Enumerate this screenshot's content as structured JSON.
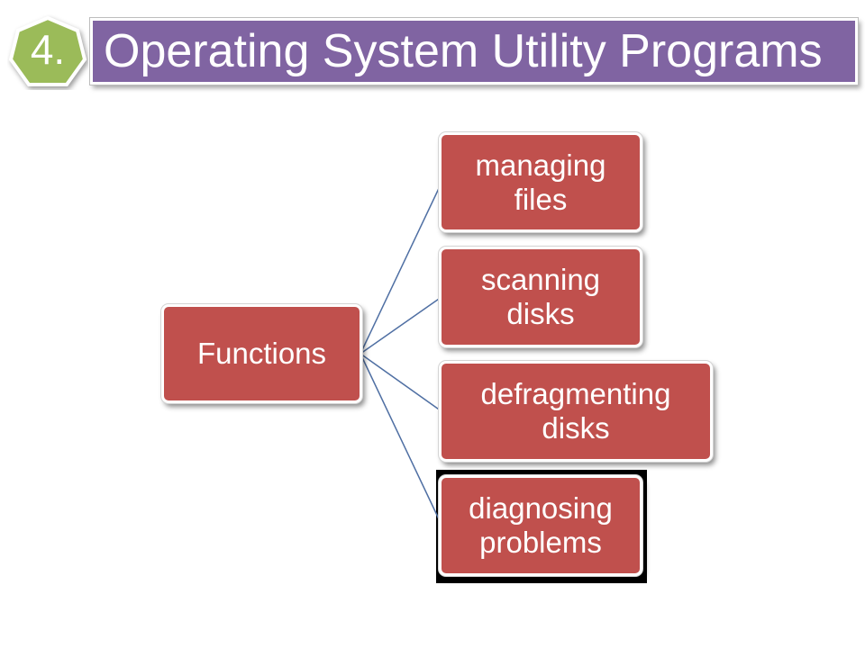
{
  "header": {
    "badge_label": "4.",
    "title": "Operating System Utility Programs"
  },
  "diagram": {
    "root": {
      "label": "Functions"
    },
    "children": [
      {
        "label": "managing files"
      },
      {
        "label": "scanning disks"
      },
      {
        "label": "defragmenting disks"
      },
      {
        "label": "diagnosing problems"
      }
    ]
  },
  "colors": {
    "badge_fill": "#9bbb59",
    "title_bar": "#8064a2",
    "node_fill": "#c0504d",
    "connector": "#4f6fa3",
    "text": "#ffffff"
  }
}
